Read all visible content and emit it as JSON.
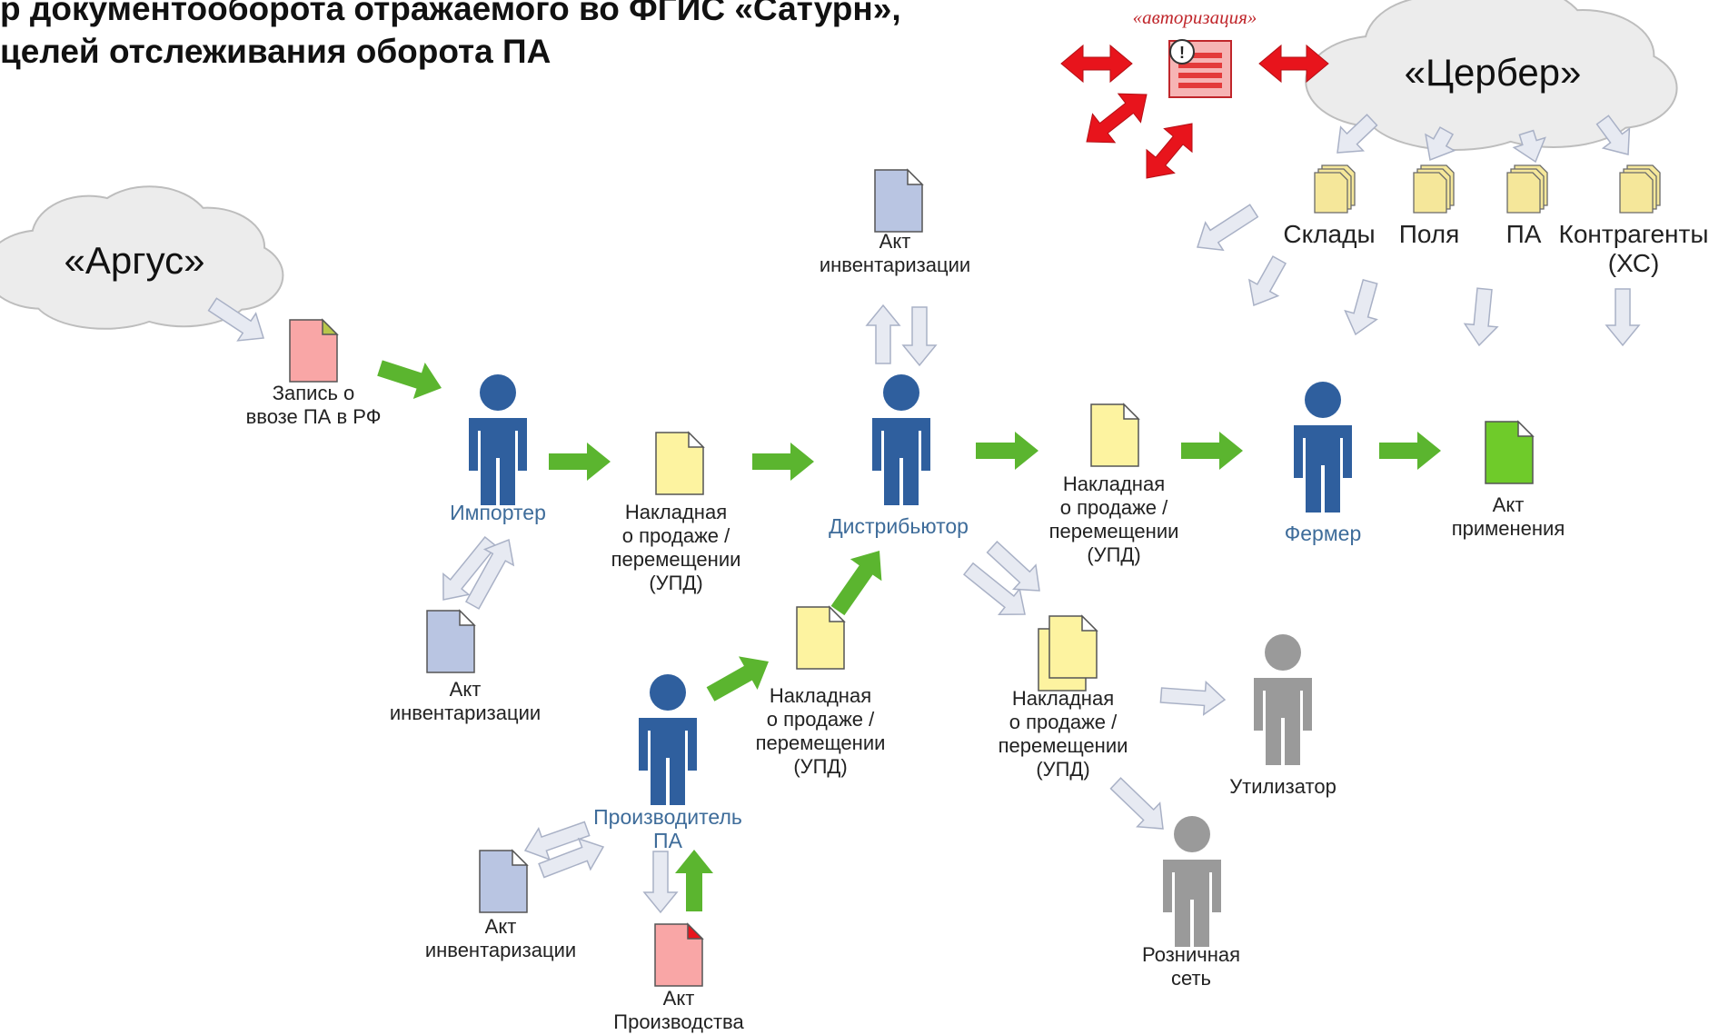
{
  "title": {
    "line1": "р документооборота отражаемого во ФГИС «Сатурн»,",
    "line2": "целей отслеживания оборота ПА"
  },
  "clouds": {
    "argus": "«Аргус»",
    "cerber": "«Цербер»"
  },
  "auth_label": "«авторизация»",
  "categories": {
    "warehouses": "Склады",
    "fields": "Поля",
    "pa": "ПА",
    "counterparties": "Контрагенты\n(ХС)"
  },
  "roles": {
    "importer": "Импортер",
    "distributor": "Дистрибьютор",
    "farmer": "Фермер",
    "producer": "Производитель\nПА",
    "recycler": "Утилизатор",
    "retail": "Розничная\nсеть"
  },
  "documents": {
    "import_record": "Запись о\nввозе ПА в РФ",
    "invoice_importer": "Накладная\nо продаже /\nперемещении\n(УПД)",
    "invoice_distributor": "Накладная\nо продаже /\nперемещении\n(УПД)",
    "invoice_producer": "Накладная\nо продаже /\nперемещении\n(УПД)",
    "invoice_outgoing": "Накладная\nо продаже /\nперемещении\n(УПД)",
    "inventory_importer": "Акт\nинвентаризации",
    "inventory_distributor": "Акт\nинвентаризации",
    "inventory_producer": "Акт\nинвентаризации",
    "production_act": "Акт\nПроизводства",
    "application_act": "Акт\nприменения"
  },
  "colors": {
    "person_blue": "#2f5f9e",
    "person_gray": "#9a9a9a",
    "flow_green": "#5bb52f",
    "red": "#e8141c",
    "light_arrow_fill": "#e7eaf2",
    "light_arrow_stroke": "#a9b1c6",
    "doc_yellow": "#fdf3a0",
    "doc_pink": "#f9a6a6",
    "doc_blue": "#b9c5e2",
    "doc_green": "#6fcb2a",
    "cloud_fill": "#ececec"
  }
}
